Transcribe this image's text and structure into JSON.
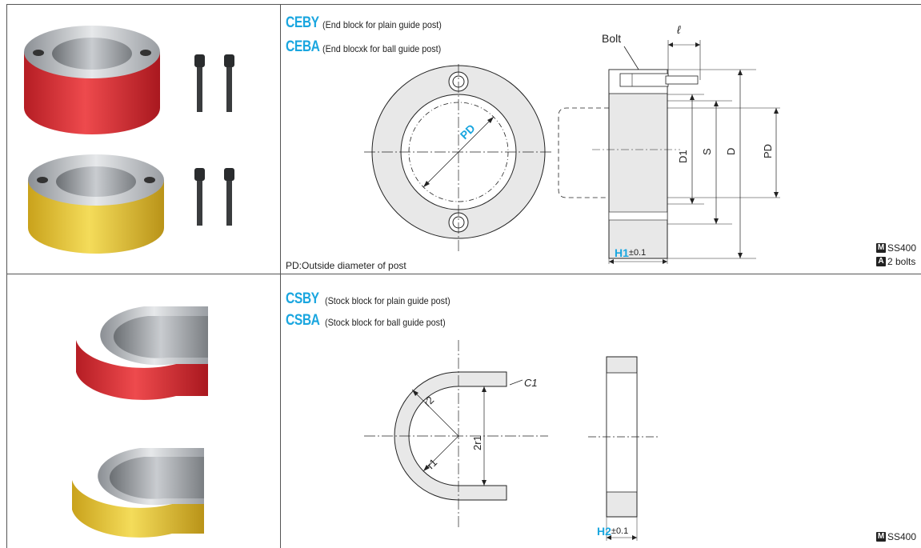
{
  "rows": [
    {
      "products": [
        {
          "code": "CEBY",
          "description": "(End block for plain guide post)"
        },
        {
          "code": "CEBA",
          "description": "(End blocxk for ball guide post)"
        }
      ],
      "note": "PD:Outside diameter of post",
      "drawing_labels": {
        "bolt": "Bolt",
        "ell": "ℓ",
        "pd": "PD",
        "d1": "D1",
        "s": "S",
        "d": "D",
        "pd_side": "PD",
        "h1": "H1",
        "h1_tol": "±0.1"
      },
      "photo_colors": [
        "#e0343a",
        "#e9c83a"
      ],
      "specs": [
        {
          "badge": "M",
          "text": "SS400"
        },
        {
          "badge": "A",
          "text": "2 bolts"
        }
      ]
    },
    {
      "products": [
        {
          "code": "CSBY",
          "description": "(Stock block for plain guide post)"
        },
        {
          "code": "CSBA",
          "description": "(Stock block for ball guide post)"
        }
      ],
      "drawing_labels": {
        "c1": "C1",
        "r2": "r2",
        "r1": "r1",
        "two_r1": "2r1",
        "h2": "H2",
        "h2_tol": "±0.1"
      },
      "photo_colors": [
        "#e0343a",
        "#e9c83a"
      ],
      "specs": [
        {
          "badge": "M",
          "text": "SS400"
        }
      ]
    }
  ]
}
